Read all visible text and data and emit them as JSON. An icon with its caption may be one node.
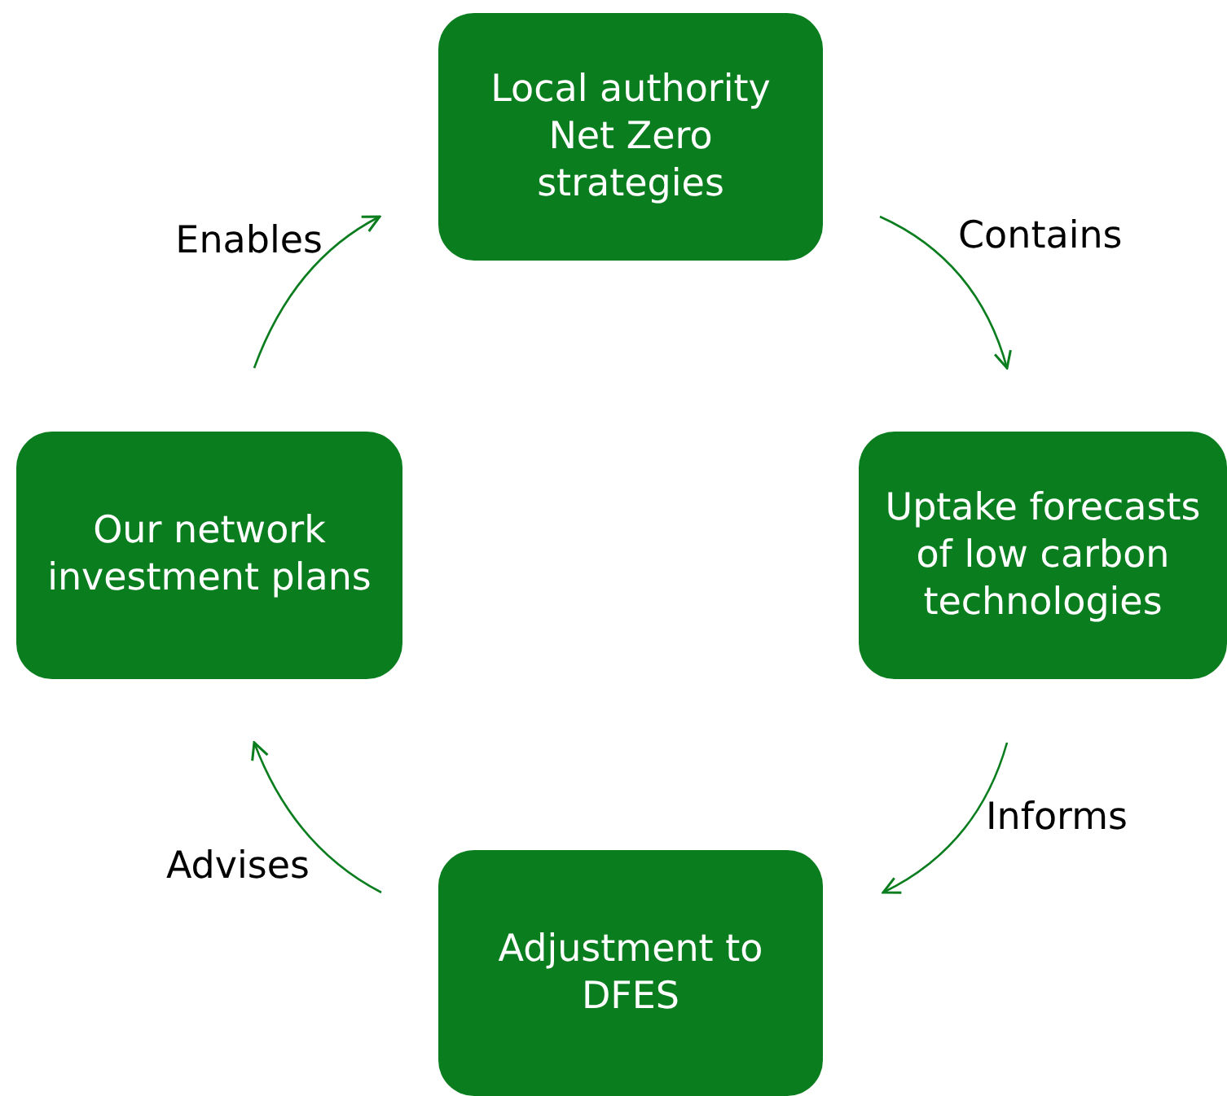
{
  "diagram": {
    "nodes": [
      {
        "text": [
          "Local authority Net Zero strategies"
        ]
      },
      {
        "text": [
          "Uptake forecasts of low carbon technologies"
        ]
      },
      {
        "text": [
          "Adjustment to DFES"
        ]
      },
      {
        "text": [
          "Our network investment plans"
        ]
      }
    ],
    "edges": [
      {
        "from": 0,
        "to": 1,
        "arrow": "to",
        "label": "Contains"
      },
      {
        "from": 1,
        "to": 2,
        "arrow": "to",
        "label": "Informs"
      },
      {
        "from": 2,
        "to": 3,
        "arrow": "to",
        "label": "Advises"
      },
      {
        "from": 3,
        "to": 0,
        "arrow": "to",
        "label": "Enables"
      }
    ]
  }
}
